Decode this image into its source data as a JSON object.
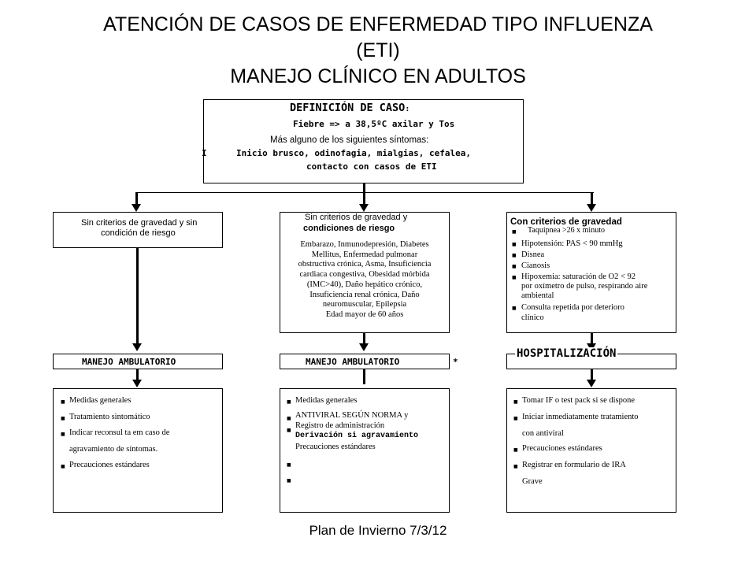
{
  "title": {
    "line1": "ATENCIÓN DE CASOS DE ENFERMEDAD TIPO  INFLUENZA",
    "line2": "(ETI)",
    "line3": "MANEJO CLÍNICO EN ADULTOS"
  },
  "definicion": {
    "heading": "DEFINICIÓN DE CASO",
    "colon": ":",
    "fiebre": "Fiebre => a 38,5ºC axilar  y Tos",
    "mas": "Más alguno de los siguientes síntomas:",
    "stray_i": "I",
    "sintomas1": "Inicio brusco, odinofagia, mialgias, cefalea,",
    "sintomas2": "contacto con casos de ETI"
  },
  "col1": {
    "criteria1": "Sin criterios de gravedad y sin",
    "criteria2": "condición de riesgo",
    "manejo": "MANEJO  AMBULATORIO",
    "items": [
      "Medidas generales",
      "Tratamiento  sintomático",
      "Indicar reconsul    ta em caso de",
      "agravamiento  de síntomas.",
      "Precauciones estándares"
    ]
  },
  "col2": {
    "criteria1": "Sin criterios de gravedad y",
    "criteria2": "condiciones de riesgo",
    "conditions": [
      "Embarazo, Inmunodepresión, Diabetes",
      "Mellitus, Enfermedad pulmonar",
      "obstructiva crónica, Asma, Insuficiencia",
      "cardiaca congestiva, Obesidad mórbida",
      "(IMC>40), Daño hepático crónico,",
      "Insuficiencia renal crónica, Daño",
      "neuromuscular, Epilepsia",
      "Edad mayor de 60 años"
    ],
    "manejo": "MANEJO  AMBULATORIO",
    "asterisk": "*",
    "items": [
      "Medidas generales",
      "ANTIVIRAL SEGÚN NORMA    y",
      "Registro  de administración",
      "Derivación si agravamiento",
      "Precauciones estándares"
    ]
  },
  "col3": {
    "criteria": "Con criterios de gravedad",
    "signs": [
      "Taquipnea >26 x minuto",
      "Hipotensión: PAS < 90 mmHg",
      "Disnea",
      "Cianosis",
      "Hipoxemia: saturación de O2 < 92",
      "por oxímetro de pulso, respirando aire",
      "ambiental",
      "Consulta repetida por deterioro",
      "clínico"
    ],
    "manejo": "HOSPITALIZACIÓN",
    "items": [
      "Tomar IF o test pack si se dispone",
      "Iniciar inmediatamente  tratamiento",
      "con antiviral",
      "Precauciones estándares",
      "Registrar en      formulario  de  IRA",
      "Grave"
    ]
  },
  "footer": "Plan de Invierno 7/3/12",
  "icons": {
    "bullet": "square-bullet-icon",
    "arrow": "arrow-down-icon"
  },
  "colors": {
    "line": "#000000",
    "background": "#ffffff"
  }
}
